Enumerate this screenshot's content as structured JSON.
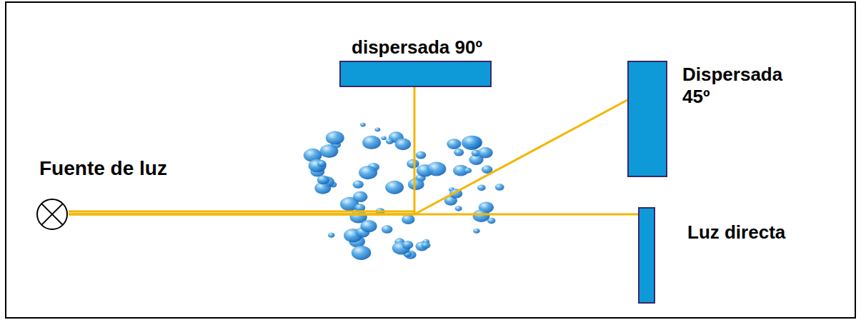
{
  "diagram": {
    "nodes": [
      {
        "text": [
          "Fuente de luz"
        ]
      },
      {
        "text": [
          "dispersada 90º"
        ]
      },
      {
        "text": [
          "Dispersada 45º"
        ]
      },
      {
        "text": [
          "Luz directa"
        ]
      }
    ],
    "edges": [
      {
        "from": 0,
        "to": 1,
        "arrow": "none"
      },
      {
        "from": 0,
        "to": 2,
        "arrow": "none"
      },
      {
        "from": 0,
        "to": 3,
        "arrow": "none"
      }
    ]
  }
}
